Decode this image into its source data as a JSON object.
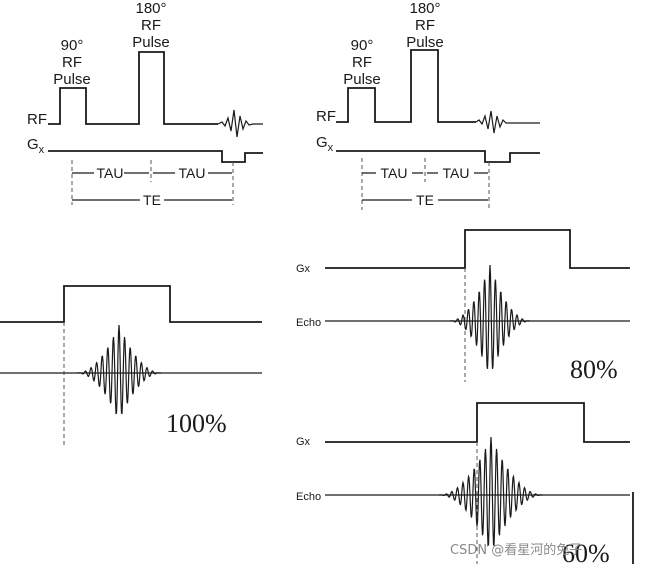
{
  "sequences": [
    {
      "rf_row_label": "RF",
      "gradient_row_label": "G",
      "gradient_subscript": "x",
      "pulse_90": [
        "90°",
        "RF",
        "Pulse"
      ],
      "pulse_180": [
        "180°",
        "RF",
        "Pulse"
      ],
      "interval_1": "TAU",
      "interval_2": "TAU",
      "echo_time": "TE"
    },
    {
      "rf_row_label": "RF",
      "gradient_row_label": "G",
      "gradient_subscript": "x",
      "pulse_90": [
        "90°",
        "RF",
        "Pulse"
      ],
      "pulse_180": [
        "180°",
        "RF",
        "Pulse"
      ],
      "interval_1": "TAU",
      "interval_2": "TAU",
      "echo_time": "TE"
    }
  ],
  "echo_panels": [
    {
      "gradient_label": "",
      "echo_label": "",
      "percent": "100%",
      "echo_position_percent": 100
    },
    {
      "gradient_label": "Gx",
      "echo_label": "Echo",
      "percent": "80%",
      "echo_position_percent": 80
    },
    {
      "gradient_label": "Gx",
      "echo_label": "Echo",
      "percent": "60%",
      "echo_position_percent": 60
    }
  ],
  "watermark": "CSDN @看星河的兔子"
}
